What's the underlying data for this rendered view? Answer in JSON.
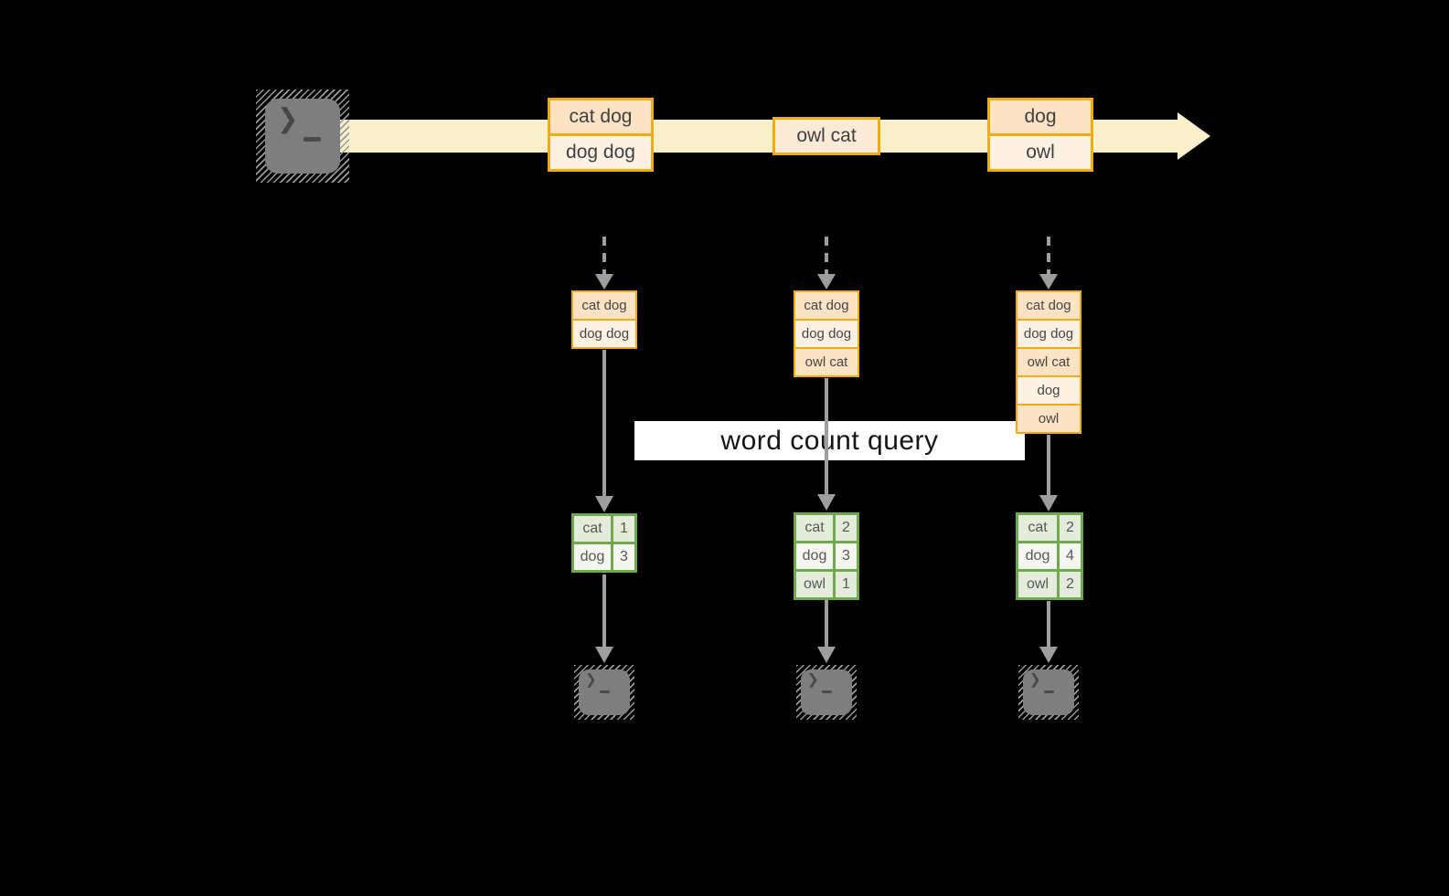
{
  "diagram": {
    "query_label": "word count query",
    "stream_events": [
      {
        "lines": [
          "cat dog",
          "dog dog"
        ]
      },
      {
        "lines": [
          "owl cat"
        ]
      },
      {
        "lines": [
          "dog",
          "owl"
        ]
      }
    ],
    "state_stacks": [
      {
        "rows": [
          "cat dog",
          "dog dog"
        ]
      },
      {
        "rows": [
          "cat dog",
          "dog dog",
          "owl cat"
        ]
      },
      {
        "rows": [
          "cat dog",
          "dog dog",
          "owl cat",
          "dog",
          "owl"
        ]
      }
    ],
    "count_tables": [
      {
        "rows": [
          {
            "word": "cat",
            "count": "1"
          },
          {
            "word": "dog",
            "count": "3"
          }
        ]
      },
      {
        "rows": [
          {
            "word": "cat",
            "count": "2"
          },
          {
            "word": "dog",
            "count": "3"
          },
          {
            "word": "owl",
            "count": "1"
          }
        ]
      },
      {
        "rows": [
          {
            "word": "cat",
            "count": "2"
          },
          {
            "word": "dog",
            "count": "4"
          },
          {
            "word": "owl",
            "count": "2"
          }
        ]
      }
    ],
    "icons": {
      "source": "terminal-prompt-icon",
      "outputs": [
        "terminal-prompt-icon",
        "terminal-prompt-icon",
        "terminal-prompt-icon"
      ]
    },
    "colors": {
      "background": "#000000",
      "stream": "#FAF0CC",
      "accent_gold": "#F0AC12",
      "peach_dark": "#FBE3C4",
      "peach_light": "#FDF1E3",
      "green": "#6FA84E",
      "green_cell_a": "#E3EDDA",
      "green_cell_b": "#F3F7F0",
      "arrow_gray": "#9E9E9E",
      "terminal_gray": "#7E7E7E",
      "label_bg": "#FFFFFF"
    }
  }
}
